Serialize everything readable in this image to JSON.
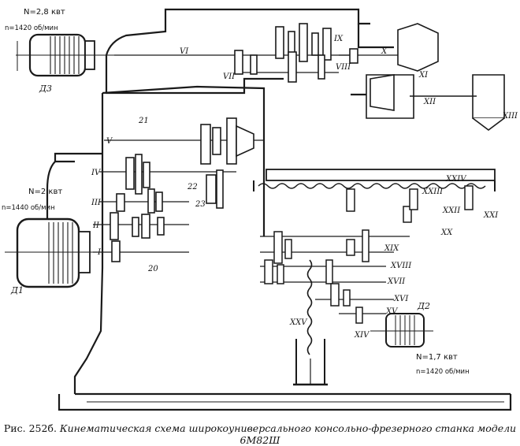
{
  "motors": {
    "top": {
      "power": "N=2,8 квт",
      "speed": "n=1420 об/мин",
      "label": "Д3"
    },
    "left": {
      "power": "N=2 квт",
      "speed": "n=1440 об/мин",
      "label": "Д1"
    },
    "bottom": {
      "power": "N=1,7 квт",
      "speed": "n=1420 об/мин",
      "label": "Д2"
    }
  },
  "shafts": {
    "I": "I",
    "II": "II",
    "III": "III",
    "IV": "IV",
    "V": "V",
    "VI": "VI",
    "VII": "VII",
    "VIII": "VIII",
    "IX": "IX",
    "X": "X",
    "XI": "XI",
    "XII": "XII",
    "XIII": "XIII",
    "XIV": "XIV",
    "XV": "XV",
    "XVI": "XVI",
    "XVII": "XVII",
    "XVIII": "XVIII",
    "XIX": "XIX",
    "XX": "XX",
    "XXI": "XXI",
    "XXII": "XXII",
    "XXIII": "XXIII",
    "XXIV": "XXIV",
    "XXV": "XXV"
  },
  "gear_labels": {
    "g20": "20",
    "g21": "21",
    "g22": "22",
    "g23": "23"
  },
  "caption": {
    "lead": "Рис. 252б.",
    "text": "Кинематическая схема широкоуниверсального консольно-фрезерного станка модели 6М82Ш"
  },
  "colors": {
    "ink": "#1a1a1a",
    "paper": "#ffffff"
  }
}
